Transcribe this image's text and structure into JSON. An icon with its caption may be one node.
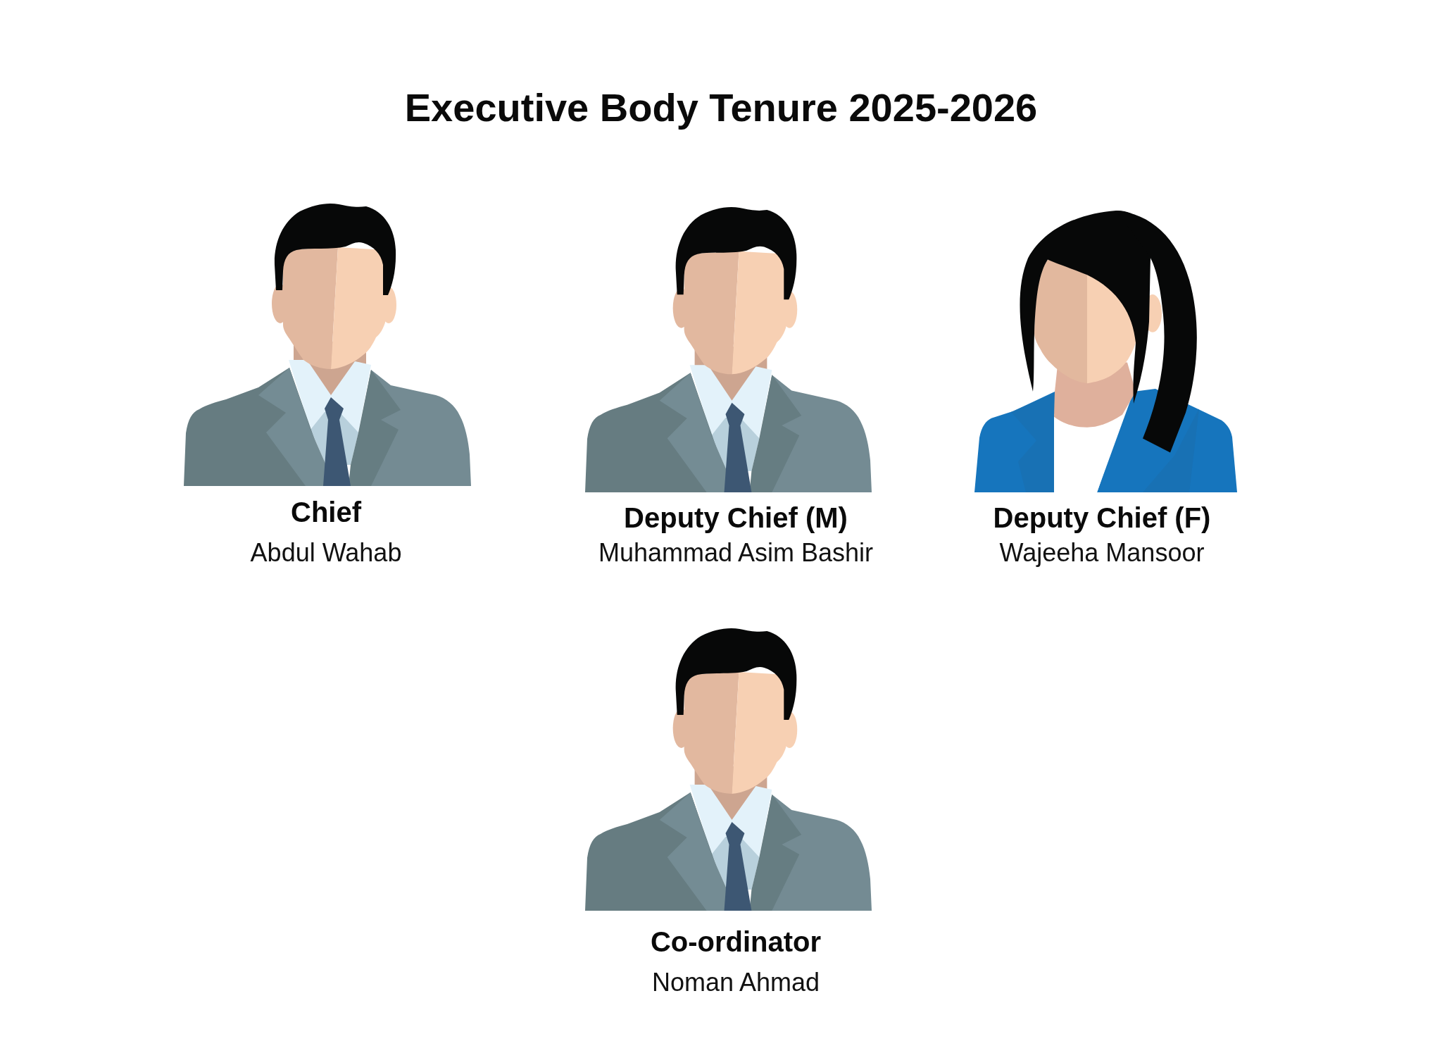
{
  "diagram": {
    "title": "Executive Body Tenure 2025-2026",
    "nodes": [
      {
        "text": [
          "Chief",
          "Abdul Wahab"
        ]
      },
      {
        "text": [
          "Deputy Chief (M)",
          "Muhammad Asim Bashir"
        ]
      },
      {
        "text": [
          "Deputy Chief (F)",
          "Wajeeha Mansoor"
        ]
      },
      {
        "text": [
          "Co-ordinator",
          "Noman Ahmad"
        ]
      }
    ]
  }
}
